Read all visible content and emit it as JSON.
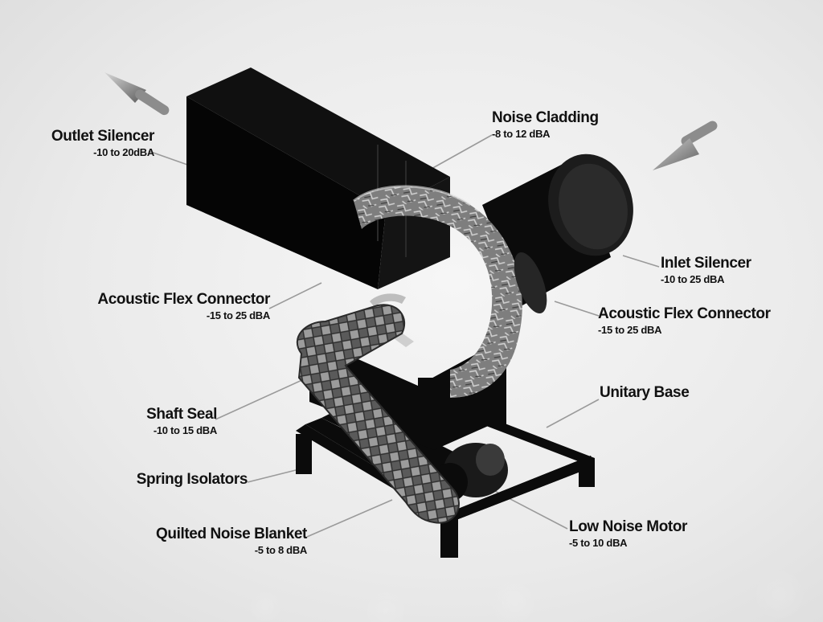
{
  "labels": {
    "outlet_silencer": {
      "name": "Outlet Silencer",
      "value": "-10 to 20dBA"
    },
    "noise_cladding": {
      "name": "Noise Cladding",
      "value": "-8 to 12 dBA"
    },
    "inlet_silencer": {
      "name": "Inlet Silencer",
      "value": "-10 to 25 dBA"
    },
    "flex_connector_left": {
      "name": "Acoustic Flex Connector",
      "value": "-15 to 25 dBA"
    },
    "flex_connector_right": {
      "name": "Acoustic Flex Connector",
      "value": "-15 to 25 dBA"
    },
    "unitary_base": {
      "name": "Unitary Base"
    },
    "shaft_seal": {
      "name": "Shaft Seal",
      "value": "-10 to 15 dBA"
    },
    "spring_isolators": {
      "name": "Spring Isolators"
    },
    "quilted_noise_blanket": {
      "name": "Quilted Noise Blanket",
      "value": "-5 to 8 dBA"
    },
    "low_noise_motor": {
      "name": "Low Noise Motor",
      "value": "-5 to 10 dBA"
    }
  },
  "colors": {
    "background": "#ededed",
    "machine": "#0b0b0b",
    "cladding": "#8a8a8a",
    "leader_line": "#9a9a9a",
    "arrow": "#8c8c8c"
  }
}
